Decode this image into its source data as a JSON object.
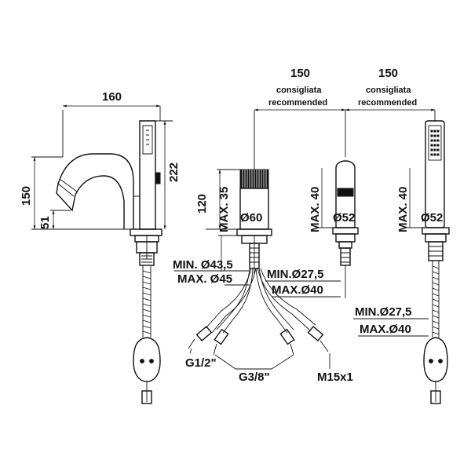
{
  "labels": {
    "w160": "160",
    "h222": "222",
    "h150": "150",
    "h51": "51",
    "h120": "120",
    "max35": "MAX. 35",
    "d60": "Ø60",
    "min435": "MIN. Ø43,5",
    "max45": "MAX. Ø45",
    "min275_a": "MIN.Ø27,5",
    "max40_a": "MAX.Ø40",
    "rec150_a": "150",
    "consigliata_a": "consigliata",
    "recommended_a": "recommended",
    "rec150_b": "150",
    "consigliata_b": "consigliata",
    "recommended_b": "recommended",
    "max40_v1": "MAX. 40",
    "d52_a": "Ø52",
    "max40_v2": "MAX. 40",
    "d52_b": "Ø52",
    "min275_b": "MIN.Ø27,5",
    "max40_b": "MAX.Ø40",
    "g12": "G1/2\"",
    "g38": "G3/8\"",
    "m15": "M15x1"
  }
}
